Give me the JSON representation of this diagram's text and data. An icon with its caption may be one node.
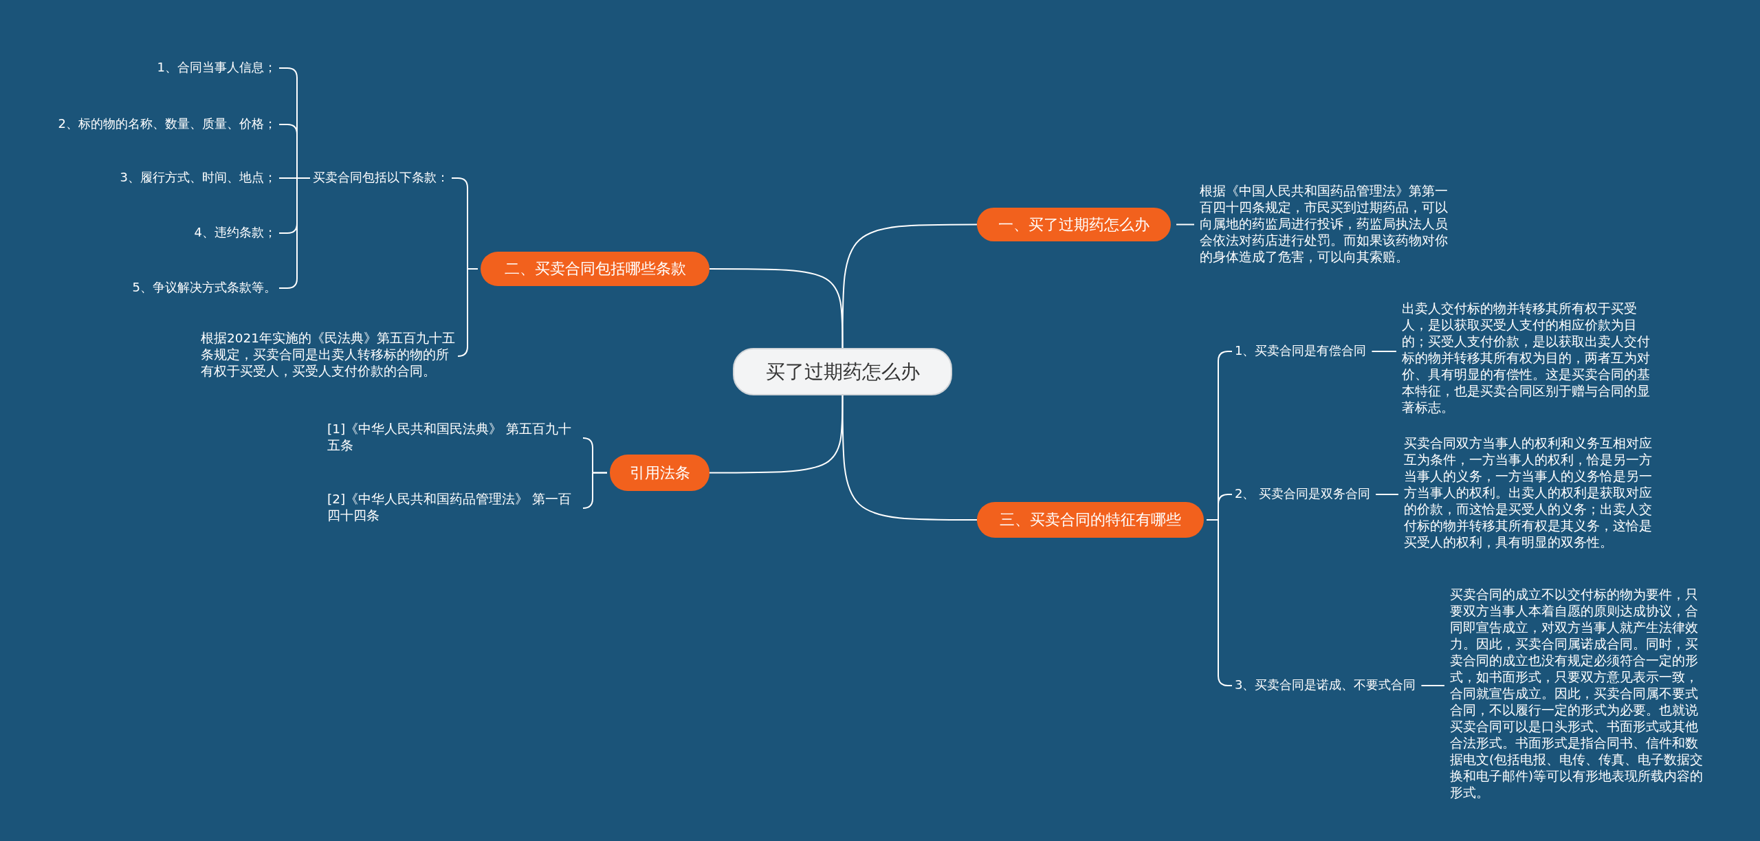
{
  "diagram": {
    "nodes": [
      {
        "text": [
          "买了过期药怎么办"
        ]
      },
      {
        "text": [
          "一、买了过期药怎么办"
        ]
      },
      {
        "text": [
          "根据《中国人民共和国药品管理法》第第一百四十四条规定，市民买到过期药品，可以向属地的药监局进行投诉，药监局执法人员会依法对药店进行处罚。而如果该药物对你的身体造成了危害，可以向其索赔。"
        ]
      },
      {
        "text": [
          "二、买卖合同包括哪些条款"
        ]
      },
      {
        "text": [
          "买卖合同包括以下条款："
        ]
      },
      {
        "text": [
          "1、合同当事人信息；"
        ]
      },
      {
        "text": [
          "2、标的物的名称、数量、质量、价格；"
        ]
      },
      {
        "text": [
          "3、履行方式、时间、地点；"
        ]
      },
      {
        "text": [
          "4、违约条款；"
        ]
      },
      {
        "text": [
          "5、争议解决方式条款等。"
        ]
      },
      {
        "text": [
          "根据2021年实施的《民法典》第五百九十五条规定，买卖合同是出卖人转移标的物的所有权于买受人，买受人支付价款的合同。"
        ]
      },
      {
        "text": [
          "引用法条"
        ]
      },
      {
        "text": [
          "[1]《中华人民共和国民法典》 第五百九十五条"
        ]
      },
      {
        "text": [
          "[2]《中华人民共和国药品管理法》 第一百四十四条"
        ]
      },
      {
        "text": [
          "三、买卖合同的特征有哪些"
        ]
      },
      {
        "text": [
          "1、买卖合同是有偿合同"
        ]
      },
      {
        "text": [
          "出卖人交付标的物并转移其所有权于买受人，是以获取买受人支付的相应价款为目的；买受人支付价款，是以获取出卖人交付标的物并转移其所有权为目的，两者互为对价、具有明显的有偿性。这是买卖合同的基本特征，也是买卖合同区别于赠与合同的显著标志。"
        ]
      },
      {
        "text": [
          "2、 买卖合同是双务合同"
        ]
      },
      {
        "text": [
          "买卖合同双方当事人的权利和义务互相对应互为条件，一方当事人的权利，恰是另一方当事人的义务，一方当事人的义务恰是另一方当事人的权利。出卖人的权利是获取对应的价款，而这恰是买受人的义务；出卖人交付标的物并转移其所有权是其义务，这恰是买受人的权利，具有明显的双务性。"
        ]
      },
      {
        "text": [
          "3、买卖合同是诺成、不要式合同"
        ]
      },
      {
        "text": [
          "买卖合同的成立不以交付标的物为要件，只要双方当事人本着自愿的原则达成协议，合同即宣告成立，对双方当事人就产生法律效力。因此，买卖合同属诺成合同。同时，买卖合同的成立也没有规定必须符合一定的形式，如书面形式，只要双方意见表示一致，合同就宣告成立。因此，买卖合同属不要式合同，不以履行一定的形式为必要。也就说买卖合同可以是口头形式、书面形式或其他合法形式。书面形式是指合同书、信件和数据电文(包括电报、电传、传真、电子数据交换和电子邮件)等可以有形地表现所载内容的形式。"
        ]
      }
    ],
    "edges": [
      {
        "from": 0,
        "to": 1,
        "arrow": "none"
      },
      {
        "from": 1,
        "to": 2,
        "arrow": "none"
      },
      {
        "from": 0,
        "to": 3,
        "arrow": "none"
      },
      {
        "from": 3,
        "to": 4,
        "arrow": "none"
      },
      {
        "from": 4,
        "to": 5,
        "arrow": "none"
      },
      {
        "from": 4,
        "to": 6,
        "arrow": "none"
      },
      {
        "from": 4,
        "to": 7,
        "arrow": "none"
      },
      {
        "from": 4,
        "to": 8,
        "arrow": "none"
      },
      {
        "from": 4,
        "to": 9,
        "arrow": "none"
      },
      {
        "from": 3,
        "to": 10,
        "arrow": "none"
      },
      {
        "from": 0,
        "to": 11,
        "arrow": "none"
      },
      {
        "from": 11,
        "to": 12,
        "arrow": "none"
      },
      {
        "from": 11,
        "to": 13,
        "arrow": "none"
      },
      {
        "from": 0,
        "to": 14,
        "arrow": "none"
      },
      {
        "from": 14,
        "to": 15,
        "arrow": "none"
      },
      {
        "from": 15,
        "to": 16,
        "arrow": "none"
      },
      {
        "from": 14,
        "to": 17,
        "arrow": "none"
      },
      {
        "from": 17,
        "to": 18,
        "arrow": "none"
      },
      {
        "from": 14,
        "to": 19,
        "arrow": "none"
      },
      {
        "from": 19,
        "to": 20,
        "arrow": "none"
      }
    ]
  }
}
